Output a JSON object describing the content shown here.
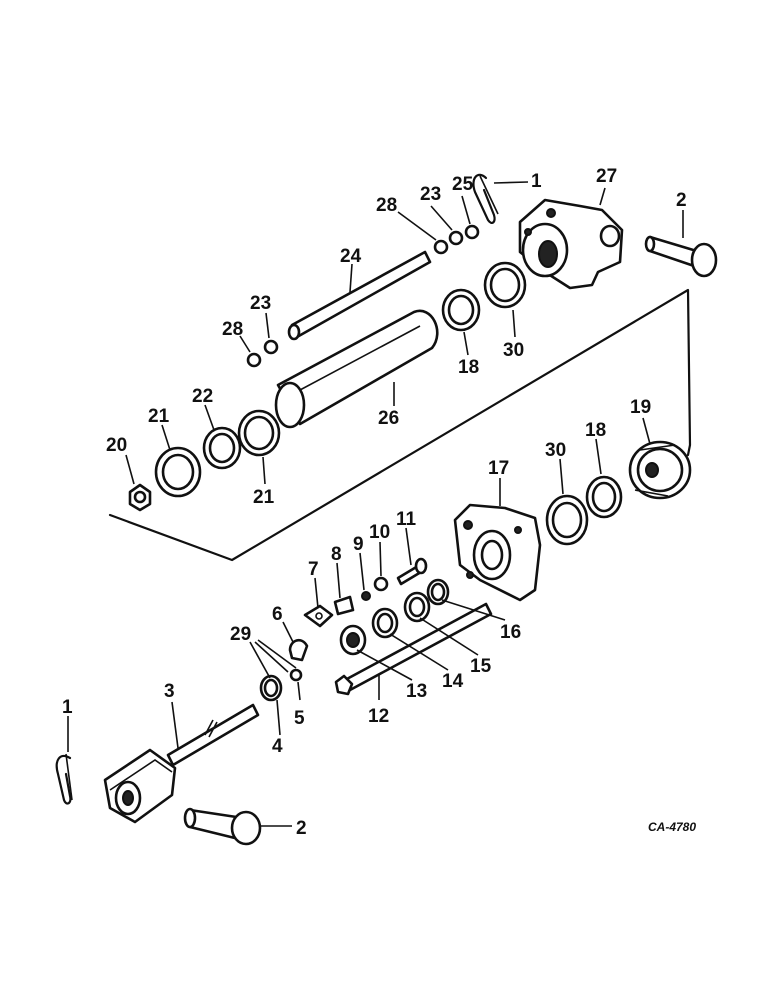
{
  "labels": {
    "l1_top": "1",
    "l27": "27",
    "l2_top": "2",
    "l25": "25",
    "l23_top": "23",
    "l28_top": "28",
    "l24": "24",
    "l23_left": "23",
    "l28_left": "28",
    "l30_top": "30",
    "l18_top": "18",
    "l26": "26",
    "l22": "22",
    "l21_upper": "21",
    "l21_lower": "21",
    "l20": "20",
    "l19": "19",
    "l18_right": "18",
    "l30_right": "30",
    "l17": "17",
    "l11": "11",
    "l10": "10",
    "l9": "9",
    "l8": "8",
    "l7": "7",
    "l6": "6",
    "l29": "29",
    "l5": "5",
    "l4": "4",
    "l3": "3",
    "l12": "12",
    "l13": "13",
    "l14": "14",
    "l15": "15",
    "l16": "16",
    "l1_bottom": "1",
    "l2_bottom": "2"
  },
  "drawing_code": "CA-4780"
}
